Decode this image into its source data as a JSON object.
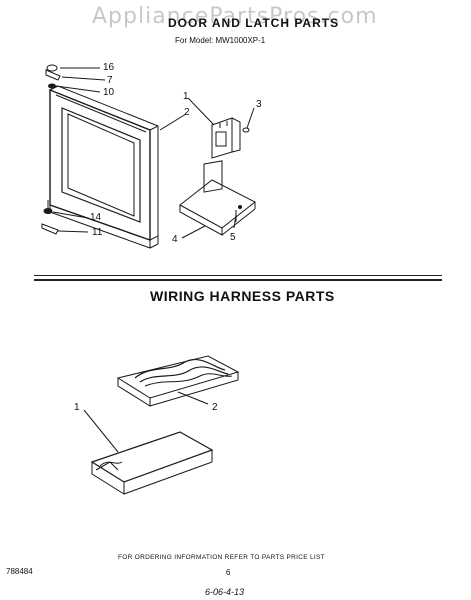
{
  "watermark": "AppliancePartsPros.com",
  "section1": {
    "title": "DOOR AND LATCH PARTS",
    "model": "For Model: MW1000XP-1",
    "callouts": [
      "16",
      "7",
      "10",
      "1",
      "2",
      "3",
      "14",
      "11",
      "4",
      "5"
    ]
  },
  "section2": {
    "title": "WIRING HARNESS PARTS",
    "callouts": [
      "2",
      "1"
    ]
  },
  "footer": {
    "note": "FOR ORDERING INFORMATION REFER TO PARTS PRICE LIST",
    "doc_number": "788484",
    "page_number": "6",
    "handwritten": "6-06-4-13"
  }
}
